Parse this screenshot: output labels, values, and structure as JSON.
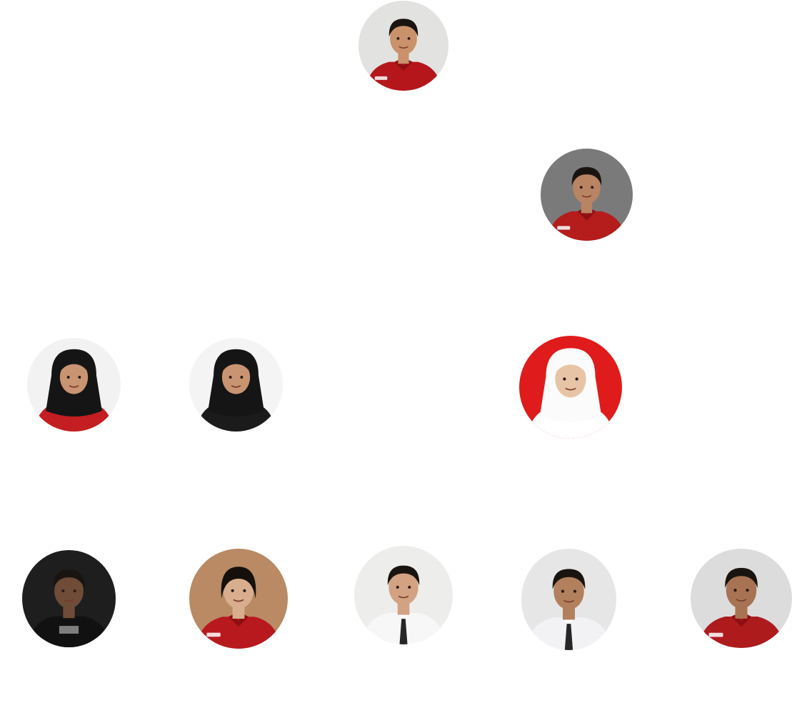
{
  "members": [
    {
      "id": "m1",
      "bg": "#e2e2e0",
      "outfit": "red-shirt",
      "shirt": "#b5161b",
      "hair": "short",
      "skin": "#c9926a"
    },
    {
      "id": "m2",
      "bg": "#7a7a7a",
      "outfit": "red-shirt",
      "shirt": "#b51c1c",
      "hair": "short",
      "skin": "#b98464"
    },
    {
      "id": "m3",
      "bg": "#f2f2f2",
      "outfit": "hijab-red",
      "shirt": "#c41e22",
      "hair": "hijab-black",
      "skin": "#c99472"
    },
    {
      "id": "m4",
      "bg": "#f4f4f4",
      "outfit": "hijab-black",
      "shirt": "#1b1b1b",
      "hair": "hijab-black",
      "skin": "#c99472"
    },
    {
      "id": "m5",
      "bg": "#e01b1b",
      "outfit": "hijab-white",
      "shirt": "#ffffff",
      "hair": "hijab-white",
      "skin": "#e8c4a6"
    },
    {
      "id": "m6",
      "bg": "#1e1e1e",
      "outfit": "black-tee",
      "shirt": "#111111",
      "hair": "short",
      "skin": "#6e4c38"
    },
    {
      "id": "m7",
      "bg": "#b98a63",
      "outfit": "red-shirt",
      "shirt": "#b8191e",
      "hair": "long",
      "skin": "#d9ae8e"
    },
    {
      "id": "m8",
      "bg": "#ededeb",
      "outfit": "white-tie",
      "shirt": "#f7f7f7",
      "hair": "short",
      "skin": "#d2a283"
    },
    {
      "id": "m9",
      "bg": "#e6e6e6",
      "outfit": "white-tie",
      "shirt": "#f2f2f4",
      "hair": "short",
      "skin": "#b3805e"
    },
    {
      "id": "m10",
      "bg": "#dcdcdc",
      "outfit": "red-shirt",
      "shirt": "#ad1b1d",
      "hair": "short",
      "skin": "#a87352"
    }
  ]
}
